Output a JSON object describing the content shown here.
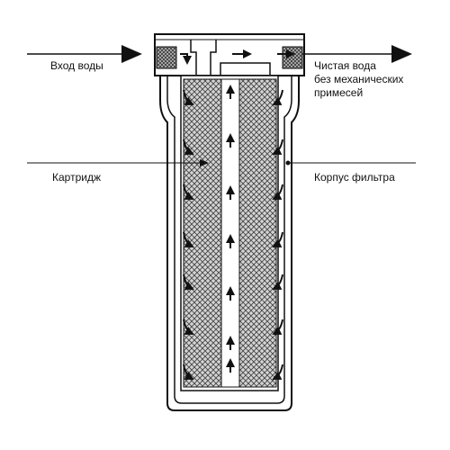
{
  "labels": {
    "inlet": "Вход воды",
    "outlet_line1": "Чистая вода",
    "outlet_line2": "без механических",
    "outlet_line3": "примесей",
    "cartridge": "Картридж",
    "housing": "Корпус фильтра"
  },
  "colors": {
    "line": "#111111",
    "mesh": "#555555",
    "mesh_bg": "#d4d4d4"
  }
}
